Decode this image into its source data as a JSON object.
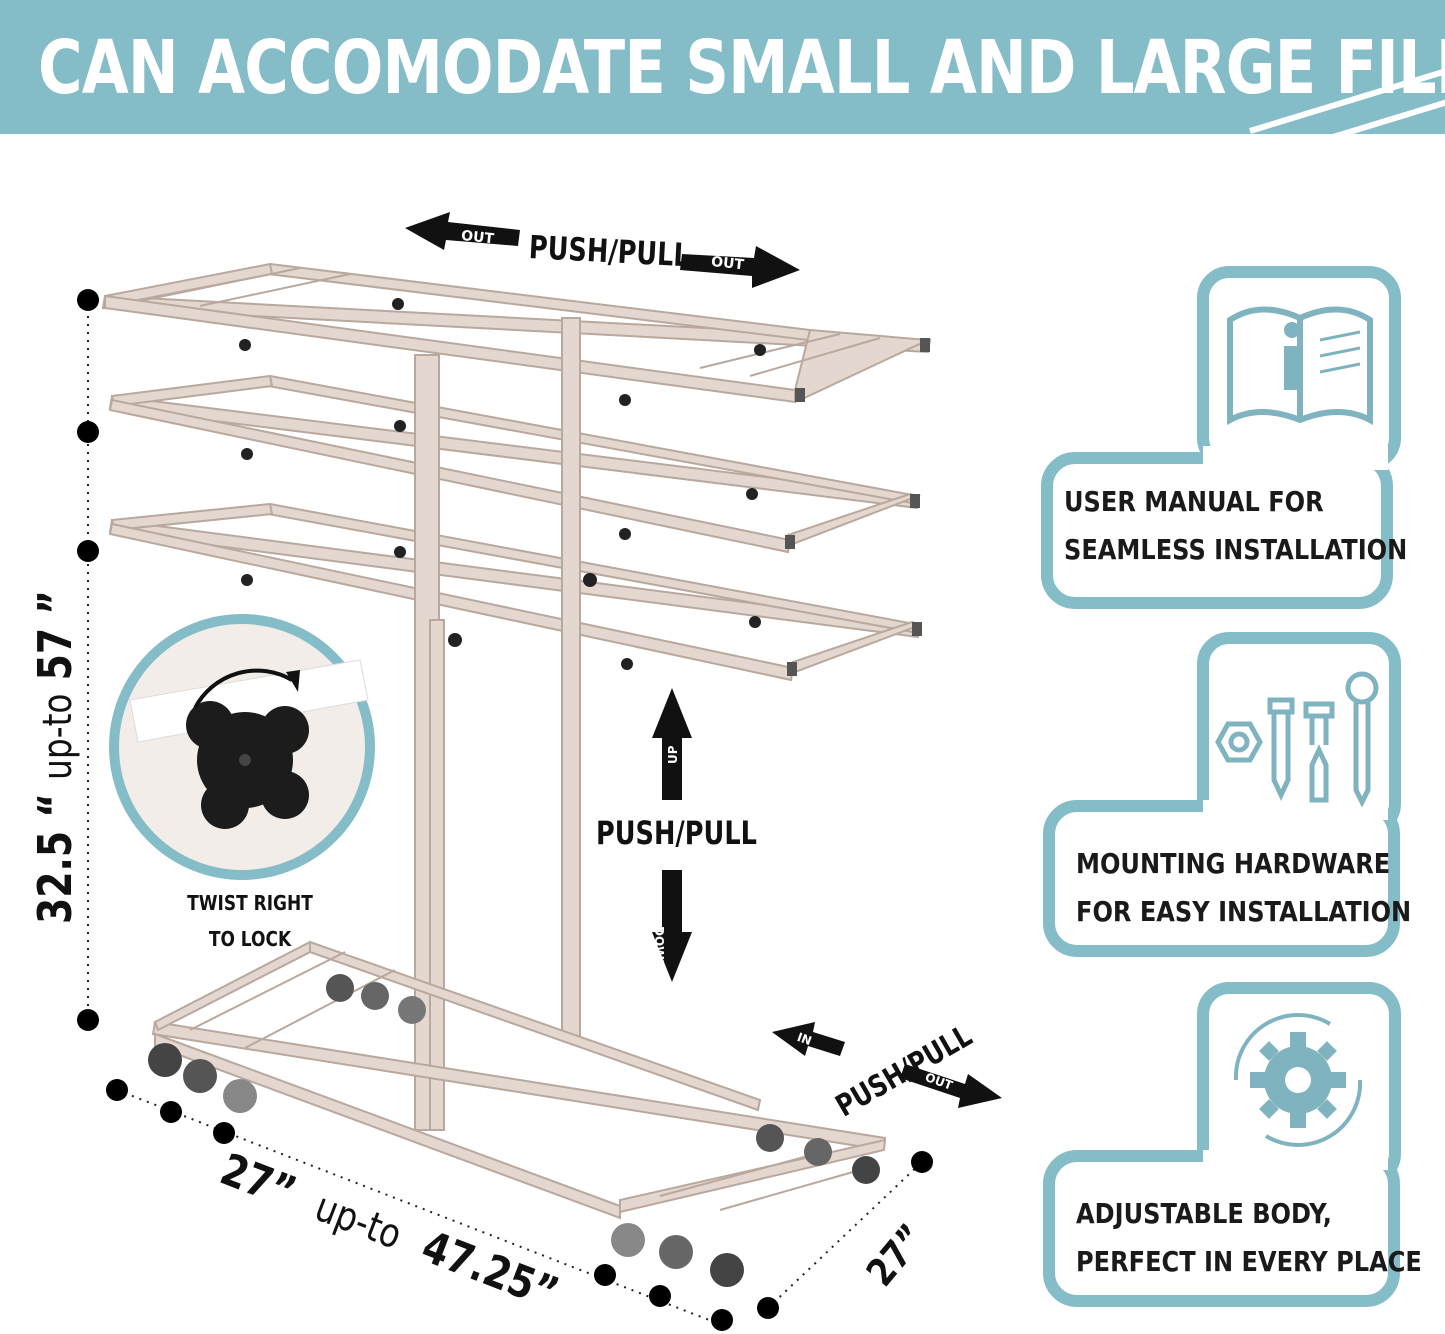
{
  "banner": {
    "title": "CAN ACCOMODATE SMALL AND LARGE FILES"
  },
  "arrows": {
    "top_push_pull": "PUSH/PULL",
    "out_left": "OUT",
    "out_right": "OUT",
    "vertical_push_pull": "PUSH/PULL",
    "up": "UP",
    "down": "DOWN",
    "base_push_pull": "PUSH/PULL",
    "in": "IN",
    "base_out": "OUT"
  },
  "dimensions": {
    "height_min": "32.5 “",
    "height_sep": "up-to",
    "height_max": "57 ”",
    "length_min": "27”",
    "length_sep": "up-to",
    "length_max": "47.25”",
    "width": "27”"
  },
  "knob_callout": {
    "line1": "TWIST RIGHT",
    "line2": "TO LOCK"
  },
  "features": [
    {
      "icon": "manual-icon",
      "line1": "USER MANUAL FOR",
      "line2": "SEAMLESS INSTALLATION"
    },
    {
      "icon": "hardware-icon",
      "line1": "MOUNTING HARDWARE",
      "line2": "FOR  EASY INSTALLATION"
    },
    {
      "icon": "gear-cycle-icon",
      "line1": "ADJUSTABLE BODY,",
      "line2": "PERFECT IN EVERY PLACE"
    }
  ],
  "colors": {
    "banner": "#84bcc8",
    "accent": "#7fb3c0",
    "frame": "#e4d7cf",
    "frame_edge": "#b9a89d",
    "text": "#111111"
  }
}
